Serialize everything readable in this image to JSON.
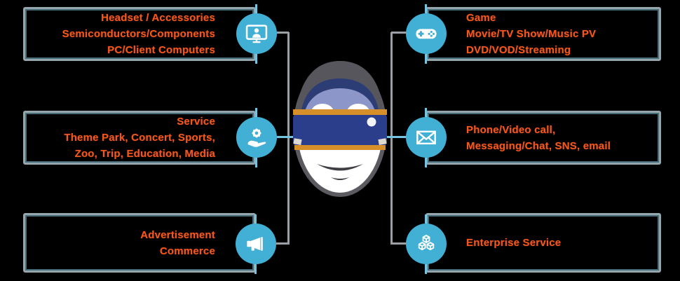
{
  "figure": {
    "description": "Face wearing a VR headset",
    "headset_band_color": "#2b3e8c",
    "headset_strap_color": "#d78f2a",
    "visor_top_color": "#8d96c8"
  },
  "colors": {
    "accent_orange": "#f4571c",
    "icon_blue": "#42b0d5",
    "box_border": "#94a5ac",
    "connector_gray": "#9aa0a6",
    "connector_blue": "#74c4e0",
    "background": "#000000"
  },
  "items": [
    {
      "id": "hardware",
      "side": "left",
      "icon": "monitor-user-icon",
      "lines": [
        "Headset / Accessories",
        "Semiconductors/Components",
        "PC/Client Computers"
      ]
    },
    {
      "id": "service",
      "side": "left",
      "icon": "hand-gear-icon",
      "lines": [
        "Service",
        "Theme Park, Concert, Sports,",
        "Zoo, Trip, Education, Media"
      ]
    },
    {
      "id": "advertisement",
      "side": "left",
      "icon": "megaphone-icon",
      "lines": [
        "Advertisement",
        "Commerce"
      ]
    },
    {
      "id": "entertainment",
      "side": "right",
      "icon": "gamepad-icon",
      "lines": [
        "Game",
        "Movie/TV Show/Music PV",
        "DVD/VOD/Streaming"
      ]
    },
    {
      "id": "communication",
      "side": "right",
      "icon": "envelope-icon",
      "lines": [
        "Phone/Video call,",
        "Messaging/Chat, SNS, email"
      ]
    },
    {
      "id": "enterprise",
      "side": "right",
      "icon": "cubes-icon",
      "lines": [
        "Enterprise Service"
      ]
    }
  ]
}
